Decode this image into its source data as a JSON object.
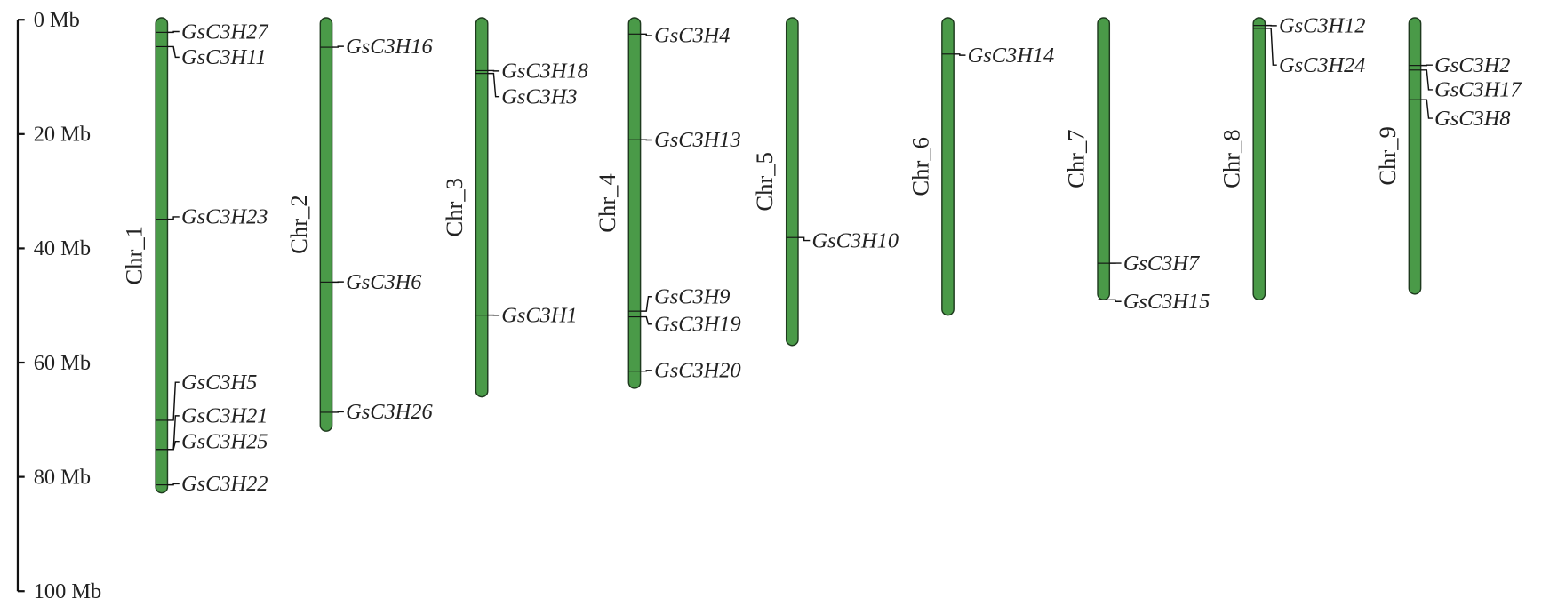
{
  "axis": {
    "unit": "Mb",
    "max": 100,
    "ticks": [
      {
        "value": 0,
        "label": "0 Mb"
      },
      {
        "value": 20,
        "label": "20 Mb"
      },
      {
        "value": 40,
        "label": "40 Mb"
      },
      {
        "value": 60,
        "label": "60 Mb"
      },
      {
        "value": 80,
        "label": "80 Mb"
      },
      {
        "value": 100,
        "label": "100 Mb"
      }
    ]
  },
  "colors": {
    "chromosome_fill": "#4a9a48",
    "chromosome_stroke": "#1e3a1e",
    "line": "#111111"
  },
  "chromosomes": [
    {
      "name": "Chr_1",
      "length": 82.8,
      "genes": [
        {
          "name": "GsC3H27",
          "pos": 2.2
        },
        {
          "name": "GsC3H11",
          "pos": 4.7
        },
        {
          "name": "GsC3H23",
          "pos": 34.9
        },
        {
          "name": "GsC3H5",
          "pos": 70.1
        },
        {
          "name": "GsC3H21",
          "pos": 75.2
        },
        {
          "name": "GsC3H25",
          "pos": 75.2
        },
        {
          "name": "GsC3H22",
          "pos": 81.4
        }
      ]
    },
    {
      "name": "Chr_2",
      "length": 72.0,
      "genes": [
        {
          "name": "GsC3H16",
          "pos": 4.8
        },
        {
          "name": "GsC3H6",
          "pos": 45.9
        },
        {
          "name": "GsC3H26",
          "pos": 68.7
        }
      ]
    },
    {
      "name": "Chr_3",
      "length": 66.0,
      "genes": [
        {
          "name": "GsC3H18",
          "pos": 8.9
        },
        {
          "name": "GsC3H3",
          "pos": 9.4
        },
        {
          "name": "GsC3H1",
          "pos": 51.7
        }
      ]
    },
    {
      "name": "Chr_4",
      "length": 64.5,
      "genes": [
        {
          "name": "GsC3H4",
          "pos": 2.5
        },
        {
          "name": "GsC3H13",
          "pos": 21.0
        },
        {
          "name": "GsC3H9",
          "pos": 51.0
        },
        {
          "name": "GsC3H19",
          "pos": 52.0
        },
        {
          "name": "GsC3H20",
          "pos": 61.5
        }
      ]
    },
    {
      "name": "Chr_5",
      "length": 57.0,
      "genes": [
        {
          "name": "GsC3H10",
          "pos": 38.1
        }
      ]
    },
    {
      "name": "Chr_6",
      "length": 51.7,
      "genes": [
        {
          "name": "GsC3H14",
          "pos": 6.0
        }
      ]
    },
    {
      "name": "Chr_7",
      "length": 49.0,
      "genes": [
        {
          "name": "GsC3H7",
          "pos": 42.6
        },
        {
          "name": "GsC3H15",
          "pos": 49.0
        }
      ]
    },
    {
      "name": "Chr_8",
      "length": 49.0,
      "genes": [
        {
          "name": "GsC3H12",
          "pos": 1.0
        },
        {
          "name": "GsC3H24",
          "pos": 1.5
        }
      ]
    },
    {
      "name": "Chr_9",
      "length": 48.0,
      "genes": [
        {
          "name": "GsC3H2",
          "pos": 8.0
        },
        {
          "name": "GsC3H17",
          "pos": 8.8
        },
        {
          "name": "GsC3H8",
          "pos": 14.0
        }
      ]
    }
  ]
}
